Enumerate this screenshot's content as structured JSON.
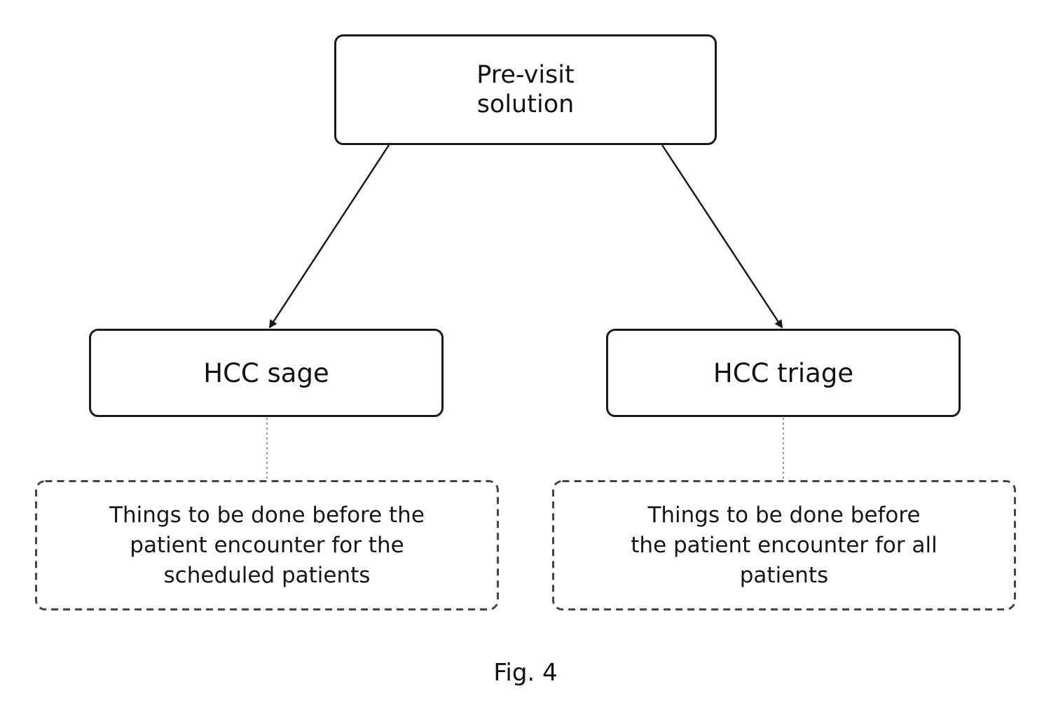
{
  "diagram": {
    "root": {
      "label_line1": "Pre-visit",
      "label_line2": "solution"
    },
    "children": [
      {
        "label": "HCC sage",
        "note_lines": [
          "Things to be done before the",
          "patient encounter for the",
          "scheduled patients"
        ]
      },
      {
        "label": "HCC triage",
        "note_lines": [
          "Things to be done before",
          "the patient encounter for all",
          "patients"
        ]
      }
    ],
    "caption": "Fig. 4"
  }
}
